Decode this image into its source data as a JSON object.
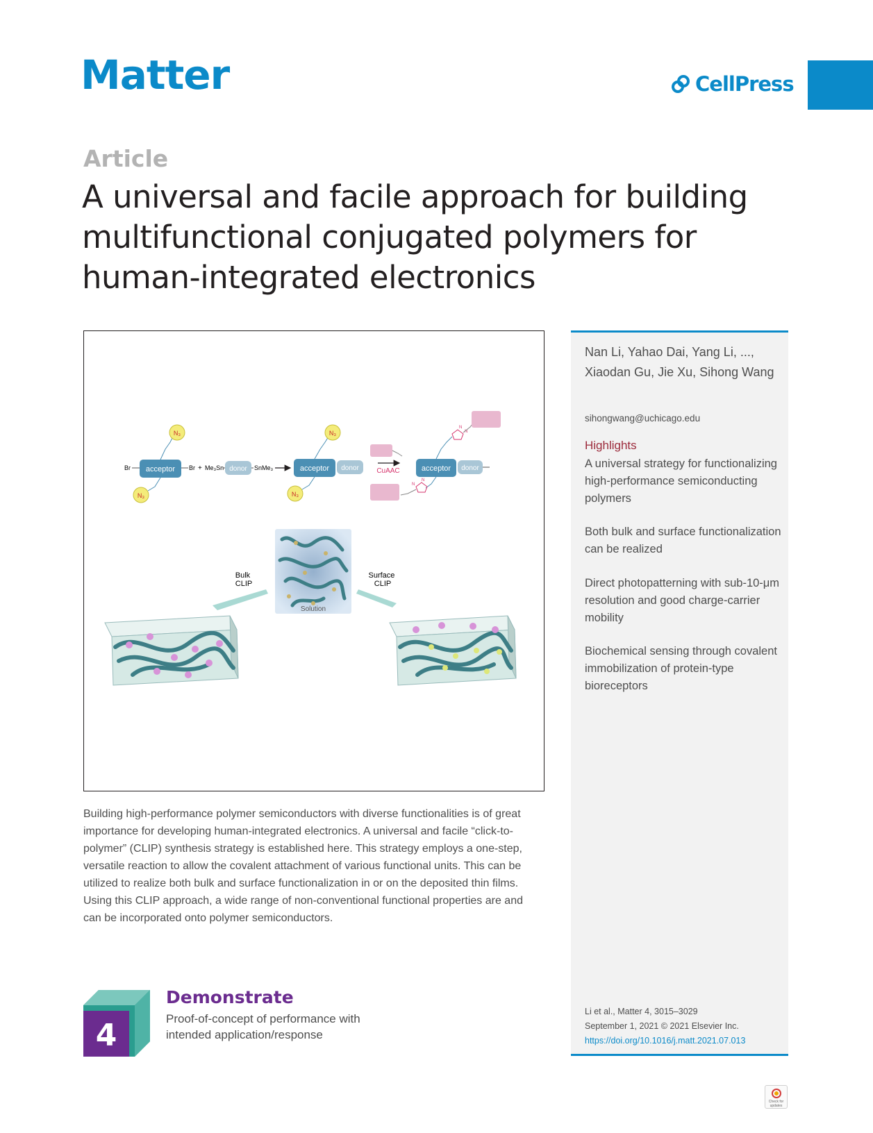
{
  "journal": "Matter",
  "publisher": "CellPress",
  "article_type": "Article",
  "title": "A universal and facile approach for building multifunctional conjugated polymers for human-integrated electronics",
  "graphical_abstract": {
    "labels": {
      "br_left": "Br",
      "acceptor": "acceptor",
      "br_right": "Br",
      "plus": "+",
      "me3sn": "Me₃Sn",
      "donor": "donor",
      "snme3": "SnMe₃",
      "n3": "N₃",
      "cuaac": "CuAAC",
      "n_atom": "N",
      "bulk": [
        "Bulk",
        "CLIP"
      ],
      "surface": [
        "Surface",
        "CLIP"
      ],
      "solution": "Solution"
    },
    "colors": {
      "acceptor": "#4b8fb4",
      "donor": "#a9c6d6",
      "azide": "#f4ec7a",
      "functional_unit": "#e9b8cf",
      "cuaac": "#d6336c",
      "polymer": "#3d7e86",
      "film": "#d6e9e5"
    }
  },
  "summary": "Building high-performance polymer semiconductors with diverse functionalities is of great importance for developing human-integrated electronics. A universal and facile “click-to-polymer” (CLIP) synthesis strategy is established here. This strategy employs a one-step, versatile reaction to allow the covalent attachment of various functional units. This can be utilized to realize both bulk and surface functionalization in or on the deposited thin films. Using this CLIP approach, a wide range of non-conventional functional properties are and can be incorporated onto polymer semiconductors.",
  "sidebar": {
    "authors": "Nan Li, Yahao Dai, Yang Li, ..., Xiaodan Gu, Jie Xu, Sihong Wang",
    "email": "sihongwang@uchicago.edu",
    "highlights_title": "Highlights",
    "highlights": [
      "A universal strategy for functionalizing high-performance semiconducting polymers",
      "Both bulk and surface functionalization can be realized",
      "Direct photopatterning with sub-10-μm resolution and good charge-carrier mobility",
      "Biochemical sensing through covalent immobilization of protein-type bioreceptors"
    ],
    "citation": {
      "line1": "Li et al., Matter 4, 3015–3029",
      "line2": "September 1, 2021 © 2021 Elsevier Inc.",
      "doi": "https://doi.org/10.1016/j.matt.2021.07.013"
    }
  },
  "stage": {
    "number": "4",
    "name": "Demonstrate",
    "description": "Proof-of-concept of performance with intended application/response",
    "colors": {
      "number_bg": "#6b2c8f",
      "layer1": "#2a9d8f",
      "layer2": "#4fb3a6"
    }
  },
  "update_badge": "Check for updates"
}
